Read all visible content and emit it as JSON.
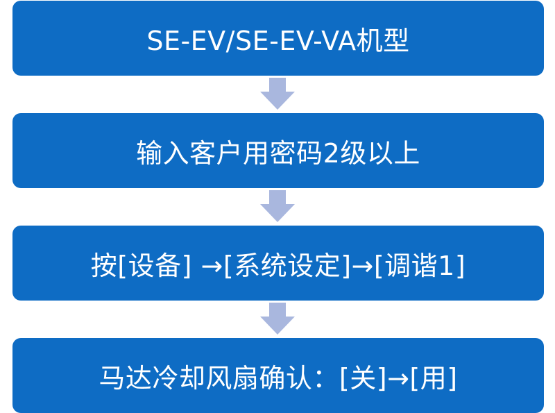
{
  "flow": {
    "box_color": "#0e6cc4",
    "arrow_color": "#a9b7de",
    "text_color": "#ffffff",
    "steps": [
      {
        "label": "SE-EV/SE-EV-VA机型"
      },
      {
        "label": "输入客户用密码2级以上"
      },
      {
        "label": "按[设备] →[系统设定]→[调谐1]"
      },
      {
        "label": "马达冷却风扇确认：[关]→[用]"
      }
    ]
  }
}
